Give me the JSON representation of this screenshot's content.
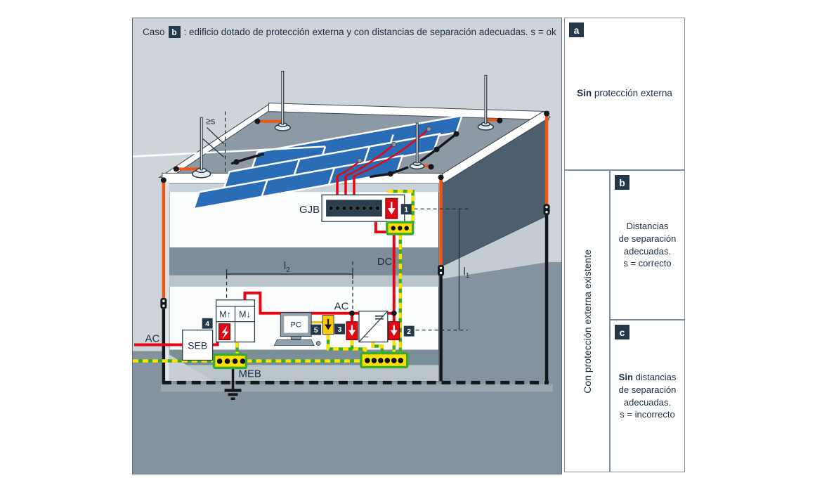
{
  "title": {
    "prefix": "Caso",
    "badge": "b",
    "text": ": edificio dotado de protección externa y con distancias de separación adecuadas. s = ok"
  },
  "sidebar": {
    "panel_a": {
      "badge": "a",
      "bold": "Sin",
      "rest": " protección externa"
    },
    "vertical_label": "Con protección externa existente",
    "panel_b": {
      "badge": "b",
      "lines": [
        "Distancias",
        "de separación",
        "adecuadas.",
        "s = correcto"
      ]
    },
    "panel_c": {
      "badge": "c",
      "bold": "Sin",
      "line1_rest": " distancias",
      "lines": [
        "de separación",
        "adecuadas.",
        "s = incorrecto"
      ]
    }
  },
  "diagram": {
    "labels": {
      "gjb": "GJB",
      "dc": "DC",
      "ac_inner": "AC",
      "ac_outer": "AC",
      "seb": "SEB",
      "meb": "MEB",
      "pc": "PC",
      "meter_in": "M↑",
      "meter_out": "M↓",
      "separation": "≥s",
      "inverter_dc": "=",
      "inverter_ac": "~"
    },
    "dims": {
      "l1_base": "l",
      "l1_sub": "1",
      "l2_base": "l",
      "l2_sub": "2"
    },
    "badges": [
      "1",
      "2",
      "3",
      "4",
      "5"
    ],
    "colors": {
      "accent_navy": "#24384a",
      "line_red": "#e30613",
      "conductor_orange": "#f05514",
      "earth_yellow": "#ffe000",
      "earth_green": "#3aaa35",
      "panel_blue": "#2a6cb5",
      "background": "#cdd5da",
      "ground": "#84939f",
      "facade_dark": "#4d5f6e"
    }
  }
}
